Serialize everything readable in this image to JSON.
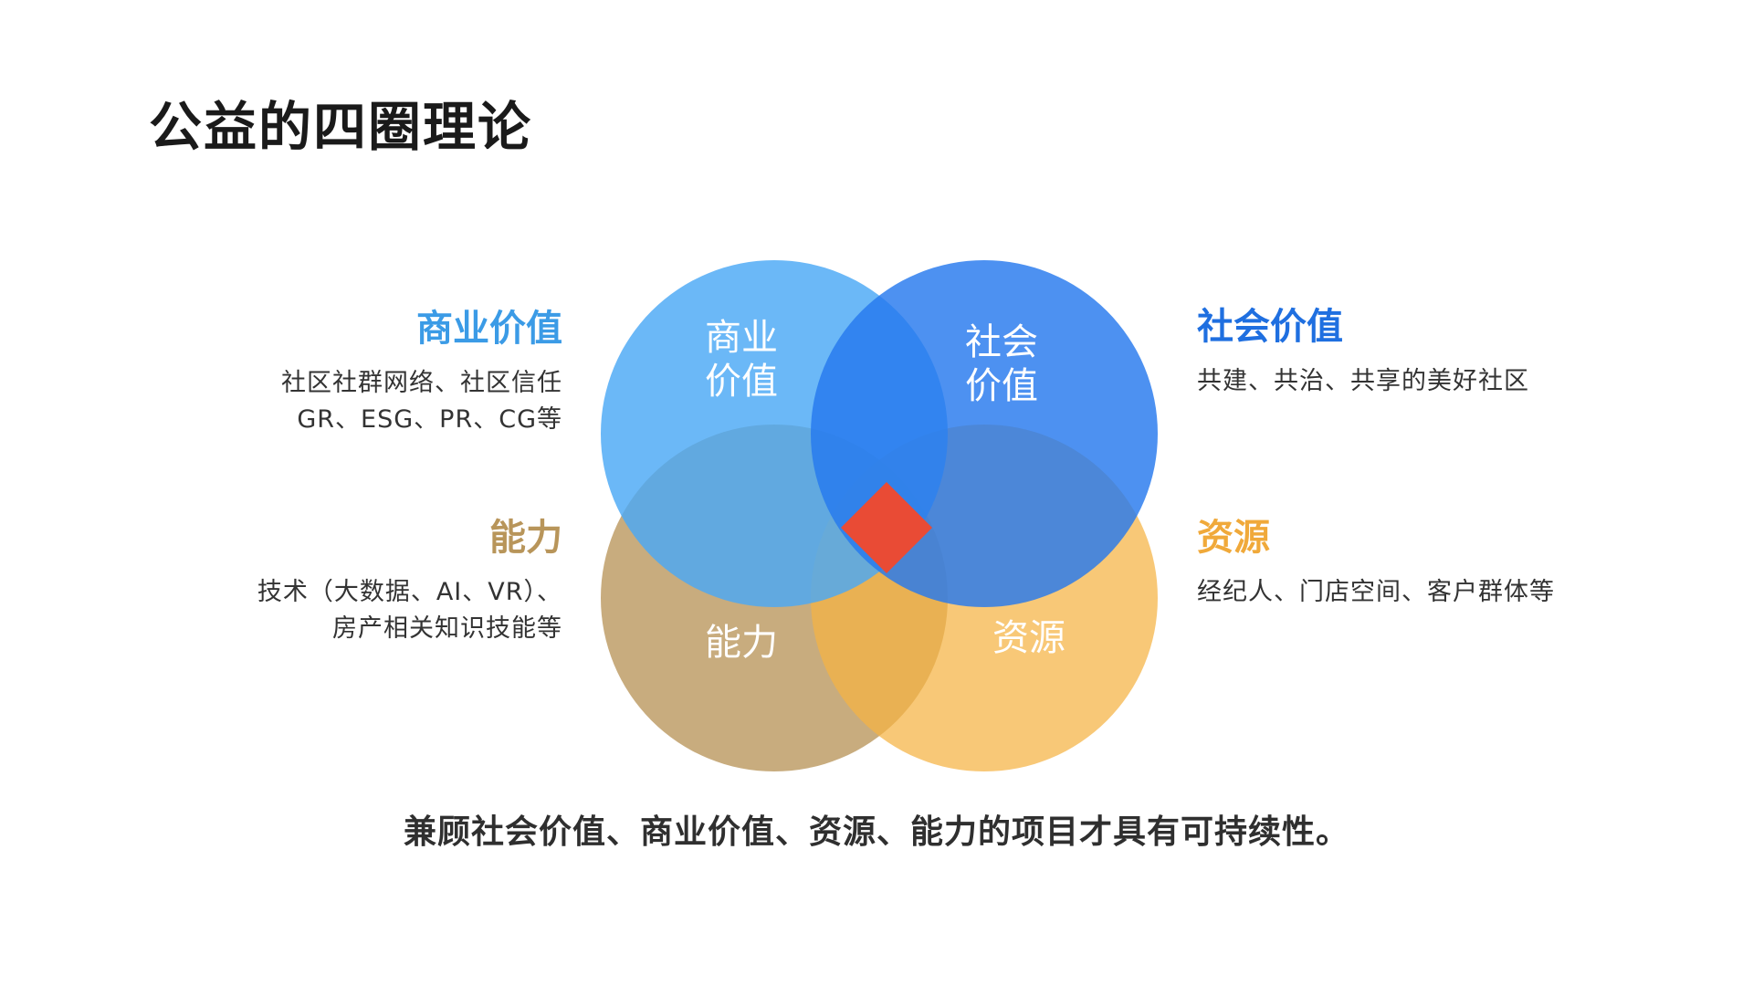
{
  "title": "公益的四圈理论",
  "circles": {
    "commercial": {
      "label_line1": "商业",
      "label_line2": "价值",
      "color": "#4aa8f5"
    },
    "social": {
      "label_line1": "社会",
      "label_line2": "价值",
      "color": "#2679ee"
    },
    "ability": {
      "label": "能力",
      "color": "#b8955a"
    },
    "resources": {
      "label": "资源",
      "color": "#f5b342"
    },
    "center_color": "#e94b35"
  },
  "commercial_value": {
    "heading": "商业价值",
    "heading_color": "#3b9be6",
    "desc_line1": "社区社群网络、社区信任",
    "desc_line2": "GR、ESG、PR、CG等"
  },
  "social_value": {
    "heading": "社会价值",
    "heading_color": "#1f6fe0",
    "desc_line1": "共建、共治、共享的美好社区"
  },
  "ability": {
    "heading": "能力",
    "heading_color": "#b8955a",
    "desc_line1": "技术（大数据、AI、VR）、",
    "desc_line2": "房产相关知识技能等"
  },
  "resources": {
    "heading": "资源",
    "heading_color": "#f0a93a",
    "desc_line1": "经纪人、门店空间、客户群体等"
  },
  "conclusion": "兼顾社会价值、商业价值、资源、能力的项目才具有可持续性。"
}
